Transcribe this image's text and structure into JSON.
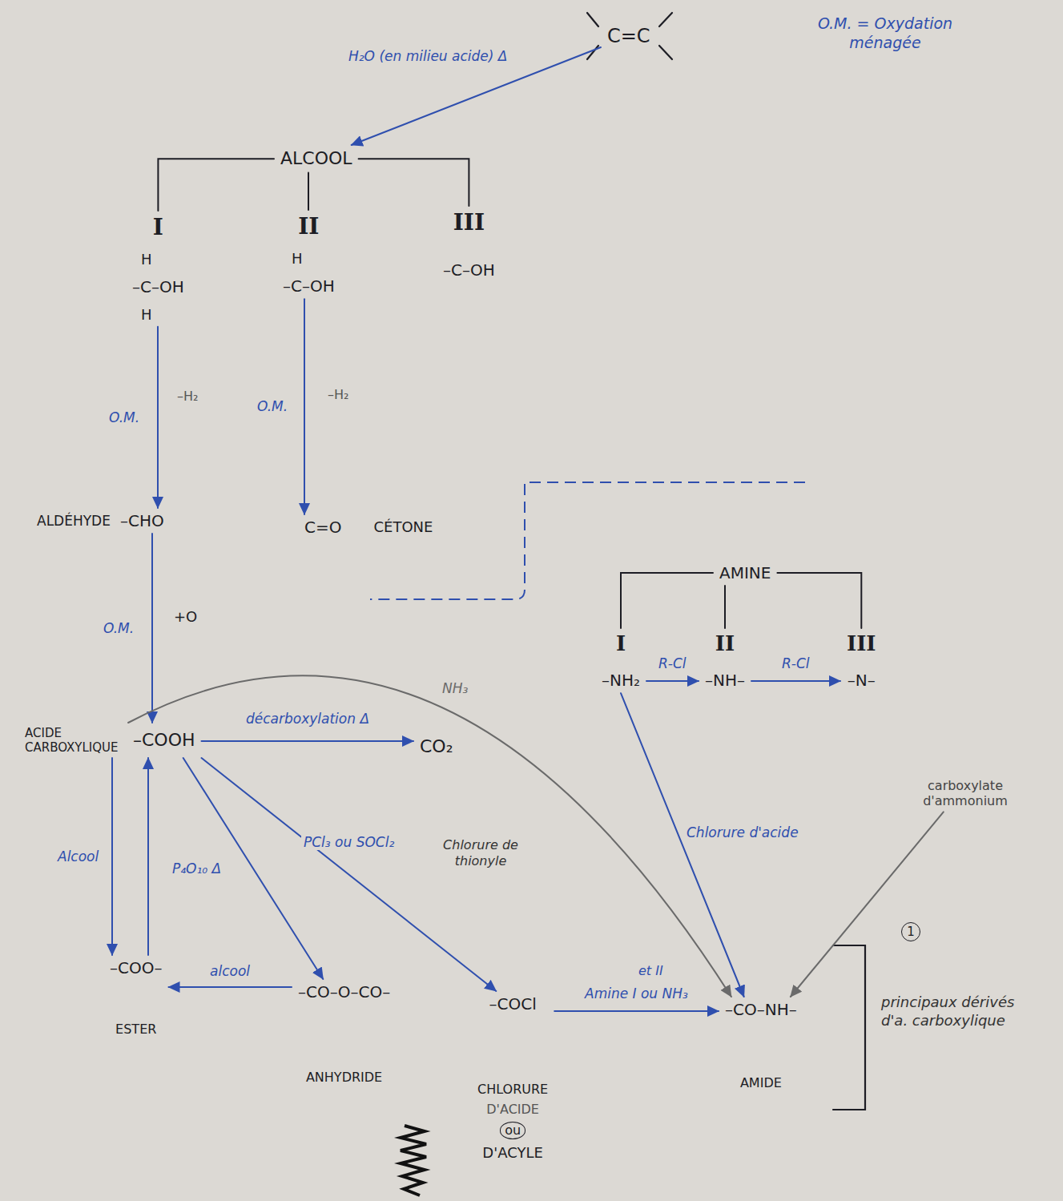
{
  "diagram": {
    "nodes": [
      {
        "text": [
          "C=C"
        ]
      },
      {
        "text": [
          "ALCOOL"
        ]
      },
      {
        "text": [
          "I",
          "H",
          "–C–OH",
          "H"
        ]
      },
      {
        "text": [
          "II",
          "H",
          "–C–OH"
        ]
      },
      {
        "text": [
          "III",
          "–C–OH"
        ]
      },
      {
        "text": [
          "ALDÉHYDE",
          "–CHO"
        ]
      },
      {
        "text": [
          "C=O",
          "CÉTONE"
        ]
      },
      {
        "text": [
          "ACIDE CARBOXYLIQUE",
          "–COOH"
        ]
      },
      {
        "text": [
          "CO₂"
        ]
      },
      {
        "text": [
          "–COO–",
          "ESTER"
        ]
      },
      {
        "text": [
          "–CO–O–CO–",
          "ANHYDRIDE"
        ]
      },
      {
        "text": [
          "–COCl",
          "CHLORURE",
          "D'ACIDE",
          "ou",
          "D'ACYLE"
        ]
      },
      {
        "text": [
          "–CO–NH–",
          "AMIDE"
        ]
      },
      {
        "text": [
          "AMINE"
        ]
      },
      {
        "text": [
          "I",
          "–NH₂"
        ]
      },
      {
        "text": [
          "II",
          "–NH–"
        ]
      },
      {
        "text": [
          "III",
          "–N–"
        ]
      },
      {
        "text": [
          "carboxylate d'ammonium"
        ]
      }
    ],
    "edges": [
      {
        "from": 0,
        "to": 1,
        "label": "H₂O (en milieu acide) Δ",
        "arrow": "to"
      },
      {
        "from": 1,
        "to": 2,
        "arrow": "none"
      },
      {
        "from": 1,
        "to": 3,
        "arrow": "none"
      },
      {
        "from": 1,
        "to": 4,
        "arrow": "none"
      },
      {
        "from": 2,
        "to": 5,
        "label": "O.M.",
        "arrow": "to"
      },
      {
        "from": 3,
        "to": 6,
        "label": "O.M.",
        "arrow": "to"
      },
      {
        "from": 5,
        "to": 7,
        "label": "O.M.",
        "arrow": "to"
      },
      {
        "from": 7,
        "to": 8,
        "label": "décarboxylation Δ",
        "arrow": "to"
      },
      {
        "from": 7,
        "to": 12,
        "label": "NH₃",
        "arrow": "to"
      },
      {
        "from": 7,
        "to": 9,
        "label": "Alcool",
        "arrow": "to"
      },
      {
        "from": 9,
        "to": 7,
        "arrow": "to"
      },
      {
        "from": 7,
        "to": 10,
        "label": "P₄O₁₀ Δ",
        "arrow": "to"
      },
      {
        "from": 7,
        "to": 11,
        "label": "PCl₃ ou SOCl₂",
        "arrow": "to"
      },
      {
        "from": 10,
        "to": 9,
        "label": "alcool",
        "arrow": "to"
      },
      {
        "from": 11,
        "to": 12,
        "label": "Amine I ou NH₃",
        "arrow": "to"
      },
      {
        "from": 13,
        "to": 14,
        "arrow": "none"
      },
      {
        "from": 13,
        "to": 15,
        "arrow": "none"
      },
      {
        "from": 13,
        "to": 16,
        "arrow": "none"
      },
      {
        "from": 14,
        "to": 15,
        "label": "R-Cl",
        "arrow": "to"
      },
      {
        "from": 15,
        "to": 16,
        "label": "R-Cl",
        "arrow": "to"
      },
      {
        "from": 14,
        "to": 12,
        "label": "Chlorure d'acide",
        "arrow": "to"
      },
      {
        "from": 17,
        "to": 12,
        "arrow": "to"
      }
    ],
    "labels": [
      "O.M. = Oxydation ménagée",
      "–H₂",
      "–H₂",
      "+O",
      "Chlorure de thionyle",
      "et II",
      "1",
      "principaux dérivés d'a. carboxylique"
    ]
  }
}
